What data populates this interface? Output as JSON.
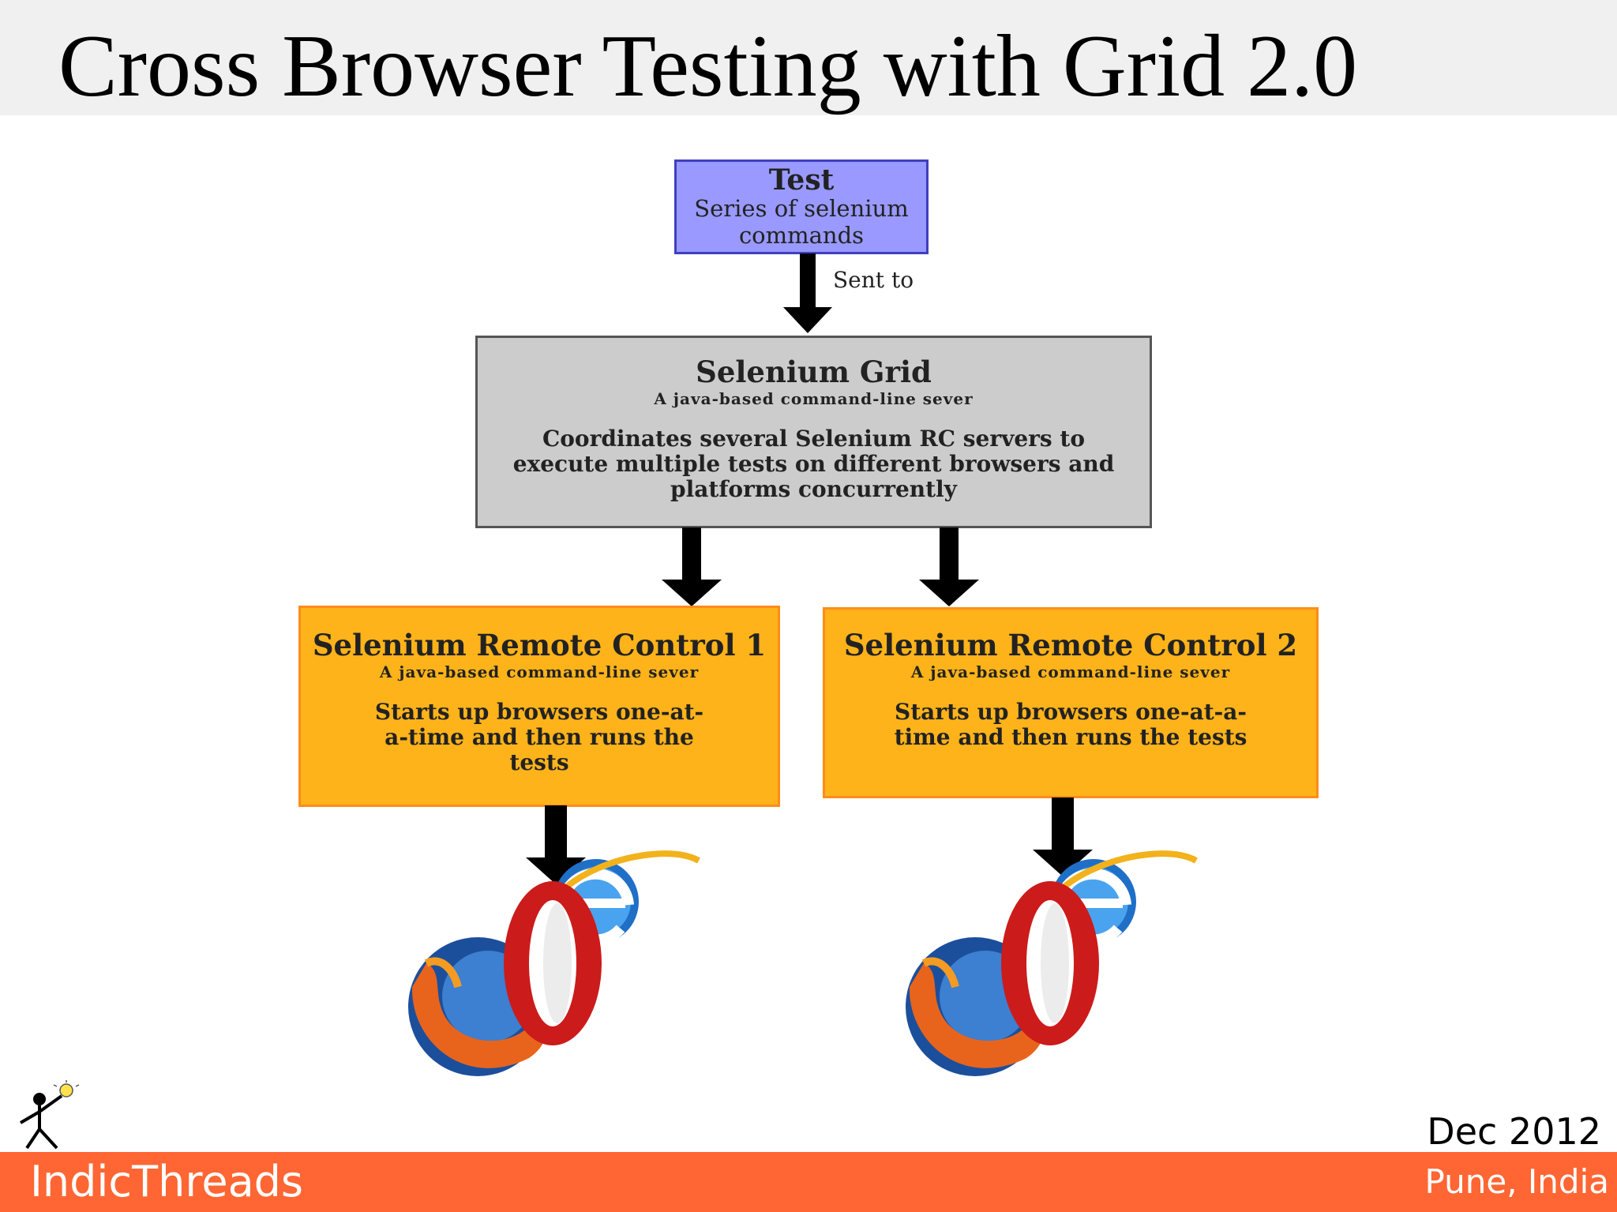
{
  "slide": {
    "title": "Cross Browser Testing with Grid 2.0"
  },
  "diagram": {
    "test_box": {
      "heading": "Test",
      "description": "Series of selenium commands"
    },
    "arrow_label": "Sent to",
    "grid_box": {
      "heading": "Selenium Grid",
      "subheading": "A java-based command-line sever",
      "description": "Coordinates several Selenium RC servers to execute multiple tests on different browsers and platforms concurrently"
    },
    "rc1_box": {
      "heading": "Selenium Remote Control 1",
      "subheading": "A java-based command-line sever",
      "description": "Starts up browsers one-at-a-time and then runs the tests"
    },
    "rc2_box": {
      "heading": "Selenium Remote Control 2",
      "subheading": "A java-based command-line sever",
      "description": "Starts up browsers one-at-a-time and then runs the tests"
    },
    "icons": [
      "firefox-icon",
      "opera-icon",
      "internet-explorer-icon"
    ]
  },
  "footer": {
    "date": "Dec 2012",
    "brand": "IndicThreads",
    "location": "Pune, India"
  },
  "colors": {
    "footer_bar": "#ff6633",
    "test_box": "#9999ff",
    "grid_box": "#cccccc",
    "rc_box": "#ffb31a",
    "rc_border": "#ff8c1a",
    "arrow": "#000000"
  }
}
